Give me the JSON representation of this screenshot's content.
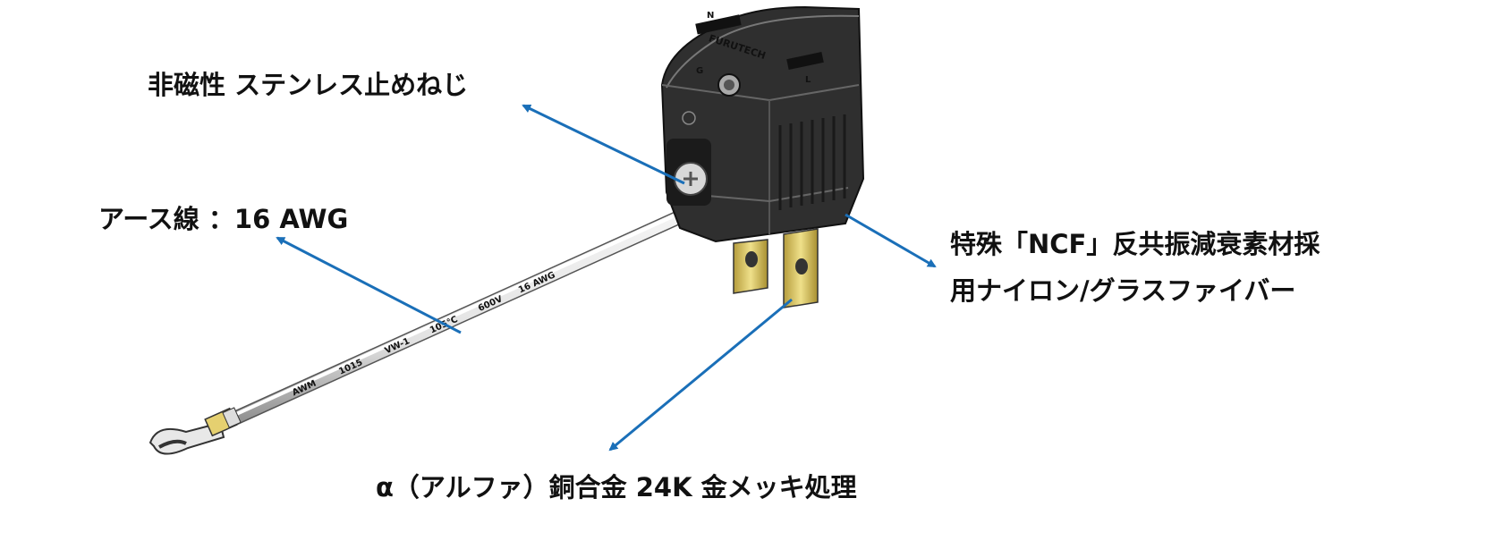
{
  "labels": {
    "screw": "非磁性 ステンレス止めねじ",
    "ground_wire": "アース線 ：16 AWG",
    "material_line1": "特殊「NCF」反共振減衰素材採",
    "material_line2": "用ナイロン/グラスファイバー",
    "prongs": "α（アルファ）銅合金 24K 金メッキ処理"
  },
  "cable_markings": [
    "AWM",
    "1015",
    "VW-1",
    "105℃",
    "600V",
    "16 AWG"
  ],
  "plug_markings": {
    "brand": "FURUTECH",
    "neutral": "N",
    "line": "L",
    "ground": "G"
  },
  "colors": {
    "arrow": "#1a6fb8",
    "body": "#3a3a3a",
    "gold": "#d8c46a"
  }
}
